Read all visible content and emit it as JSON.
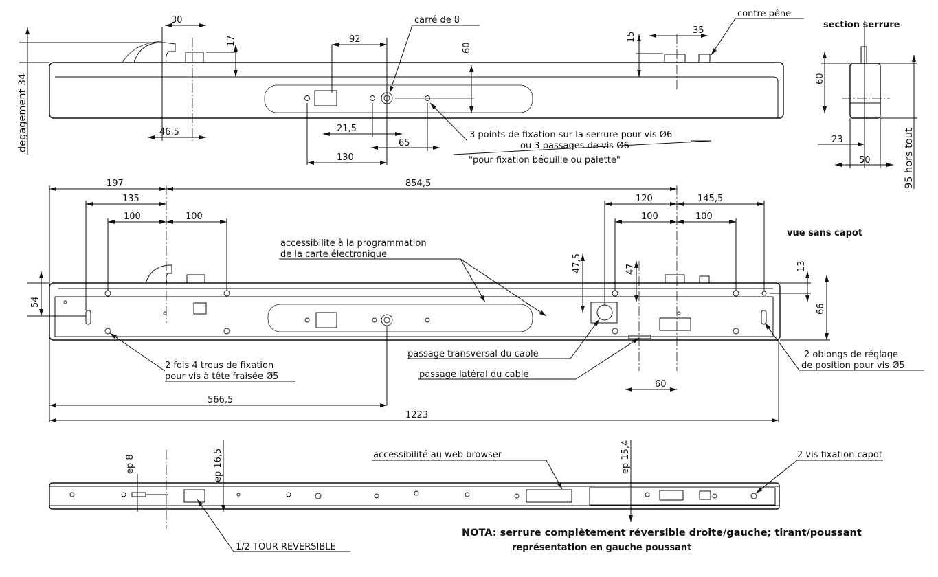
{
  "top_view": {
    "dims": {
      "d30": "30",
      "d17": "17",
      "d92": "92",
      "d60": "60",
      "d15": "15",
      "d35": "35",
      "d46_5": "46,5",
      "d21_5": "21,5",
      "d65": "65",
      "d130": "130"
    },
    "degagement": "degagement 34",
    "carre": "carré de 8",
    "contre_pene": "contre pêne",
    "fixation_note": [
      "3 points de fixation sur la serrure pour vis Ø6",
      "ou 3 passages de vis Ø6",
      "\"pour fixation béquille ou palette\""
    ]
  },
  "section": {
    "title": "section serrure",
    "dims": {
      "d60": "60",
      "d23": "23",
      "d50": "50",
      "d95": "95 hors tout"
    }
  },
  "middle_view": {
    "title": "vue sans capot",
    "dims": {
      "d197": "197",
      "d854_5": "854,5",
      "d135": "135",
      "d100a": "100",
      "d100b": "100",
      "d120": "120",
      "d145_5": "145,5",
      "d100c": "100",
      "d100d": "100",
      "d47_5": "47,5",
      "d47": "47",
      "d13": "13",
      "d54": "54",
      "d66": "66",
      "d60": "60",
      "d566_5": "566,5",
      "d1223": "1223"
    },
    "prog_note": [
      "accessibilite à la programmation",
      "de la carte électronique"
    ],
    "trous_note": [
      "2 fois 4 trous de fixation",
      "pour vis à tête fraisée Ø5"
    ],
    "transversal": "passage transversal du cable",
    "lateral": "passage latéral du cable",
    "oblongs_note": [
      "2 oblongs de réglage",
      "de position pour vis Ø5"
    ]
  },
  "bottom_view": {
    "ep8": "ep 8",
    "ep16_5": "ep 16,5",
    "ep15_4": "ep 15,4",
    "web": "accessibilité au web browser",
    "vis_capot": "2 vis fixation capot",
    "demi_tour": "1/2 TOUR REVERSIBLE"
  },
  "nota": {
    "line1": "NOTA: serrure complètement réversible droite/gauche; tirant/poussant",
    "line2": "représentation en gauche poussant"
  }
}
